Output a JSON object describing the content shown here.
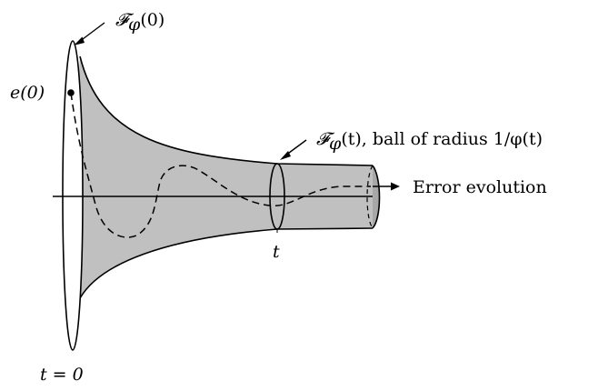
{
  "labels": {
    "f0_symbol": "𝓕",
    "f0_sub": "φ",
    "f0_arg": "(0)",
    "e0": "e(0)",
    "ft_symbol": "𝓕",
    "ft_sub": "φ",
    "ft_arg": "(t), ball of radius 1/φ(t)",
    "error_evolution": "Error evolution",
    "t_mark": "t",
    "t_zero": "t = 0"
  },
  "colors": {
    "funnel_fill": "#c0c0c0",
    "stroke": "#000000"
  }
}
